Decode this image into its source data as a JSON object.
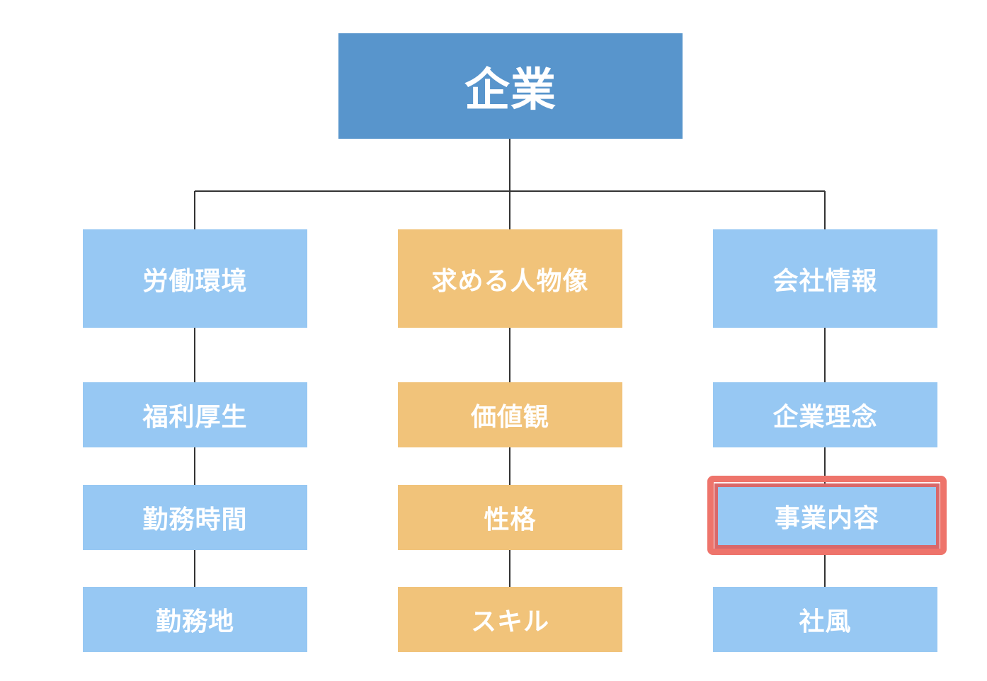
{
  "diagram": {
    "root": {
      "label": "企業"
    },
    "branches": [
      {
        "label": "労働環境",
        "children": [
          "福利厚生",
          "勤務時間",
          "勤務地"
        ]
      },
      {
        "label": "求める人物像",
        "children": [
          "価値観",
          "性格",
          "スキル"
        ]
      },
      {
        "label": "会社情報",
        "children": [
          "企業理念",
          "事業内容",
          "社風"
        ]
      }
    ],
    "highlighted_node": "事業内容"
  },
  "colors": {
    "root": "#5895cc",
    "blue_nodes": "#97c8f3",
    "orange_nodes": "#f1c37a",
    "highlight": "#ee746b",
    "connector": "#333333",
    "text": "#ffffff"
  }
}
